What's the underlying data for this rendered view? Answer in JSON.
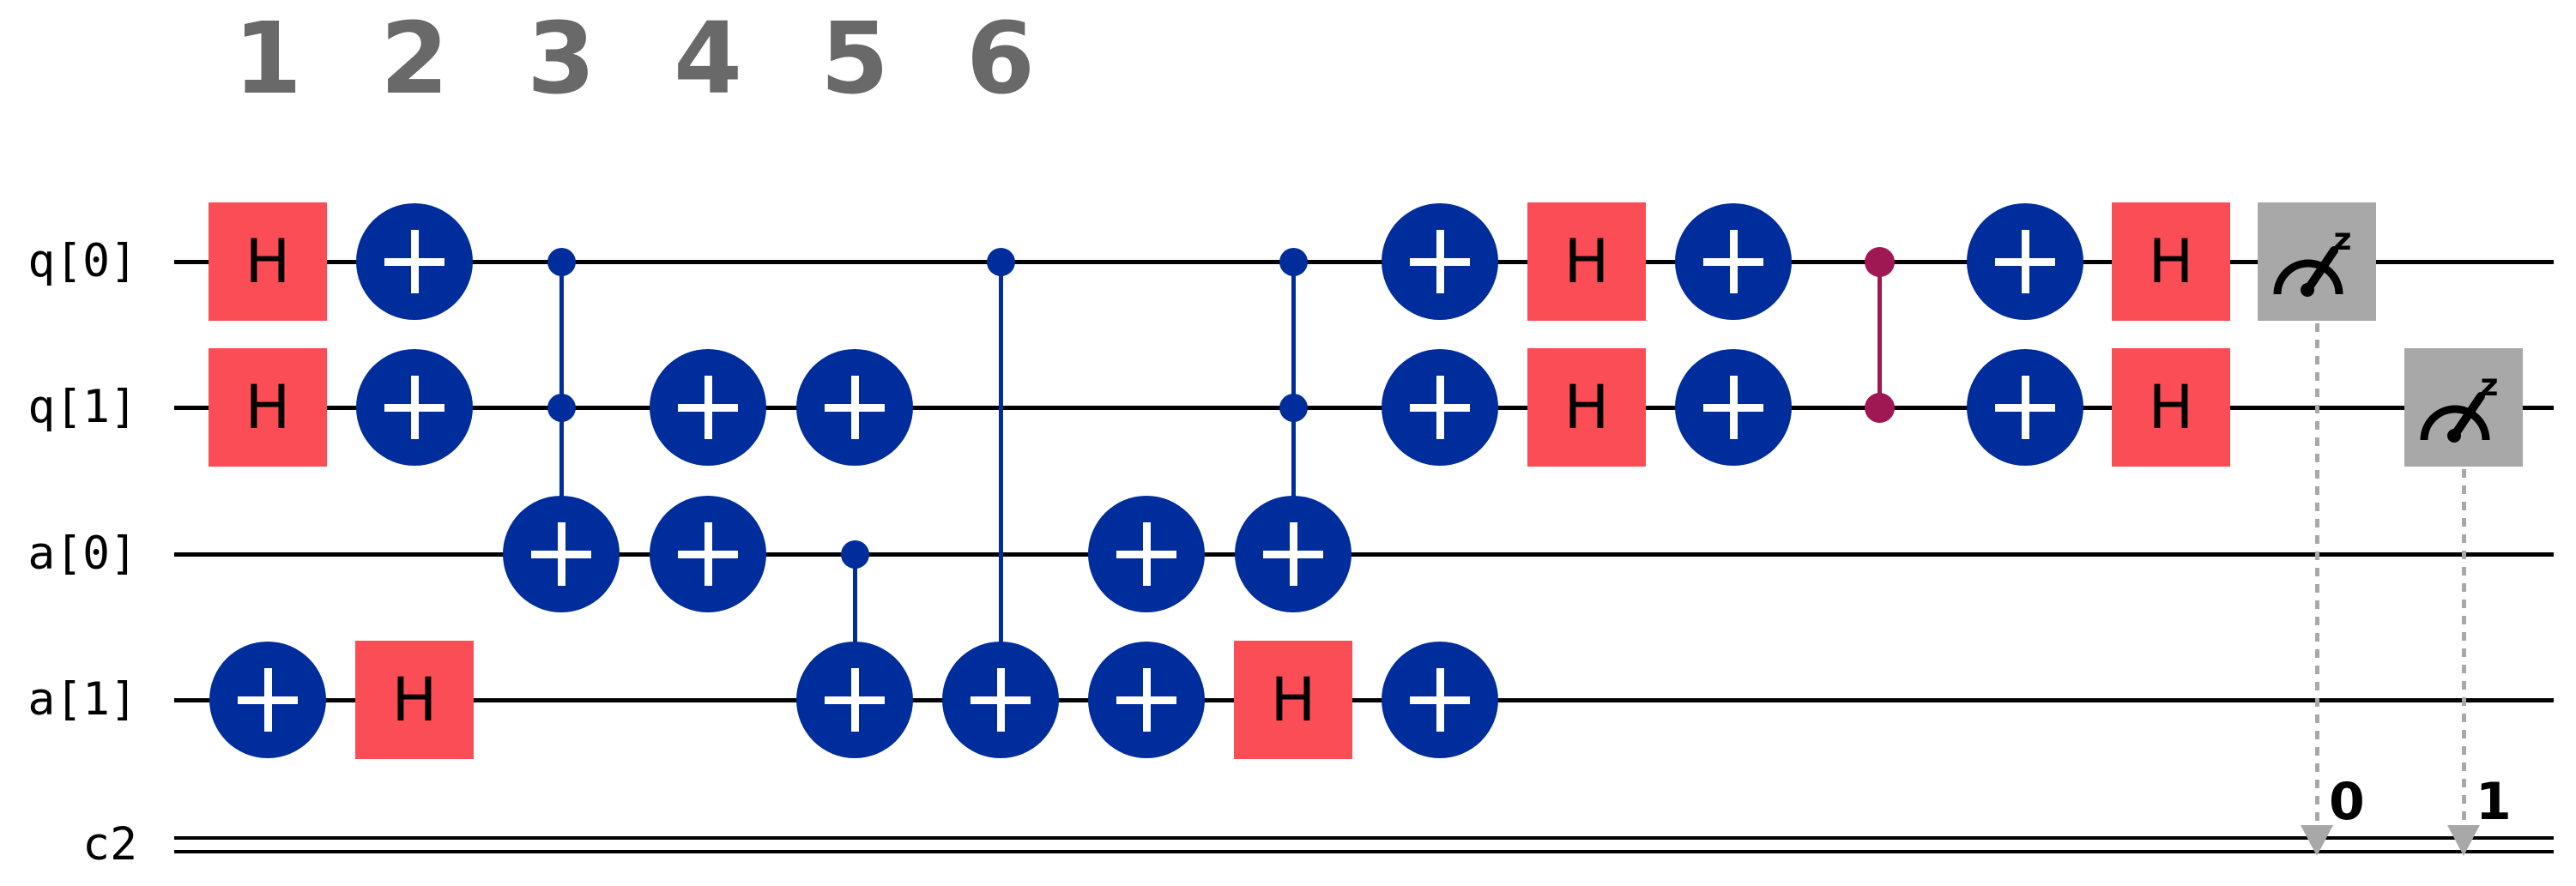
{
  "diagram": {
    "column_numbers": [
      "1",
      "2",
      "3",
      "4",
      "5",
      "6"
    ],
    "wire_labels": [
      "q[0]",
      "q[1]",
      "a[0]",
      "a[1]",
      "c2"
    ],
    "gate_label_h": "H",
    "measure_superscript": "z",
    "clbit_labels": [
      "0",
      "1"
    ],
    "colors": {
      "h_gate": "#FA4D56",
      "x_gate": "#002D9C",
      "cz": "#9F1853",
      "measure_fill": "#A8A8A8",
      "measure_glyph": "#000000",
      "wire": "#000000",
      "numbers": "#696969",
      "arrow": "#A8A8A8",
      "text": "#000000",
      "background": "#FFFFFF"
    },
    "gates": [
      {
        "row": 0,
        "col": 1,
        "type": "h"
      },
      {
        "row": 0,
        "col": 2,
        "type": "x"
      },
      {
        "row": 0,
        "col": 3,
        "type": "ctrl"
      },
      {
        "row": 0,
        "col": 6,
        "type": "ctrl"
      },
      {
        "row": 0,
        "col": 8,
        "type": "ctrl"
      },
      {
        "row": 0,
        "col": 9,
        "type": "x"
      },
      {
        "row": 0,
        "col": 10,
        "type": "h"
      },
      {
        "row": 0,
        "col": 11,
        "type": "x"
      },
      {
        "row": 0,
        "col": 12,
        "type": "cz"
      },
      {
        "row": 0,
        "col": 13,
        "type": "x"
      },
      {
        "row": 0,
        "col": 14,
        "type": "h"
      },
      {
        "row": 1,
        "col": 1,
        "type": "h"
      },
      {
        "row": 1,
        "col": 2,
        "type": "x"
      },
      {
        "row": 1,
        "col": 3,
        "type": "ctrl"
      },
      {
        "row": 1,
        "col": 4,
        "type": "x"
      },
      {
        "row": 1,
        "col": 5,
        "type": "x"
      },
      {
        "row": 1,
        "col": 8,
        "type": "ctrl"
      },
      {
        "row": 1,
        "col": 9,
        "type": "x"
      },
      {
        "row": 1,
        "col": 10,
        "type": "h"
      },
      {
        "row": 1,
        "col": 11,
        "type": "x"
      },
      {
        "row": 1,
        "col": 12,
        "type": "cz"
      },
      {
        "row": 1,
        "col": 13,
        "type": "x"
      },
      {
        "row": 1,
        "col": 14,
        "type": "h"
      },
      {
        "row": 2,
        "col": 3,
        "type": "x"
      },
      {
        "row": 2,
        "col": 4,
        "type": "x"
      },
      {
        "row": 2,
        "col": 5,
        "type": "ctrl"
      },
      {
        "row": 2,
        "col": 7,
        "type": "x"
      },
      {
        "row": 2,
        "col": 8,
        "type": "x"
      },
      {
        "row": 3,
        "col": 1,
        "type": "x"
      },
      {
        "row": 3,
        "col": 2,
        "type": "h"
      },
      {
        "row": 3,
        "col": 5,
        "type": "x"
      },
      {
        "row": 3,
        "col": 6,
        "type": "x"
      },
      {
        "row": 3,
        "col": 7,
        "type": "x"
      },
      {
        "row": 3,
        "col": 8,
        "type": "h"
      },
      {
        "row": 3,
        "col": 9,
        "type": "x"
      }
    ],
    "connectors": [
      {
        "col": 3,
        "from_row": 0,
        "to_row": 2,
        "color_key": "x_gate"
      },
      {
        "col": 5,
        "from_row": 2,
        "to_row": 3,
        "color_key": "x_gate"
      },
      {
        "col": 6,
        "from_row": 0,
        "to_row": 3,
        "color_key": "x_gate"
      },
      {
        "col": 8,
        "from_row": 0,
        "to_row": 2,
        "color_key": "x_gate"
      },
      {
        "col": 12,
        "from_row": 0,
        "to_row": 1,
        "color_key": "cz"
      }
    ],
    "measurements": [
      {
        "row": 0,
        "col": 15,
        "clbit_label": "0"
      },
      {
        "row": 1,
        "col": 16,
        "clbit_label": "1"
      }
    ]
  }
}
